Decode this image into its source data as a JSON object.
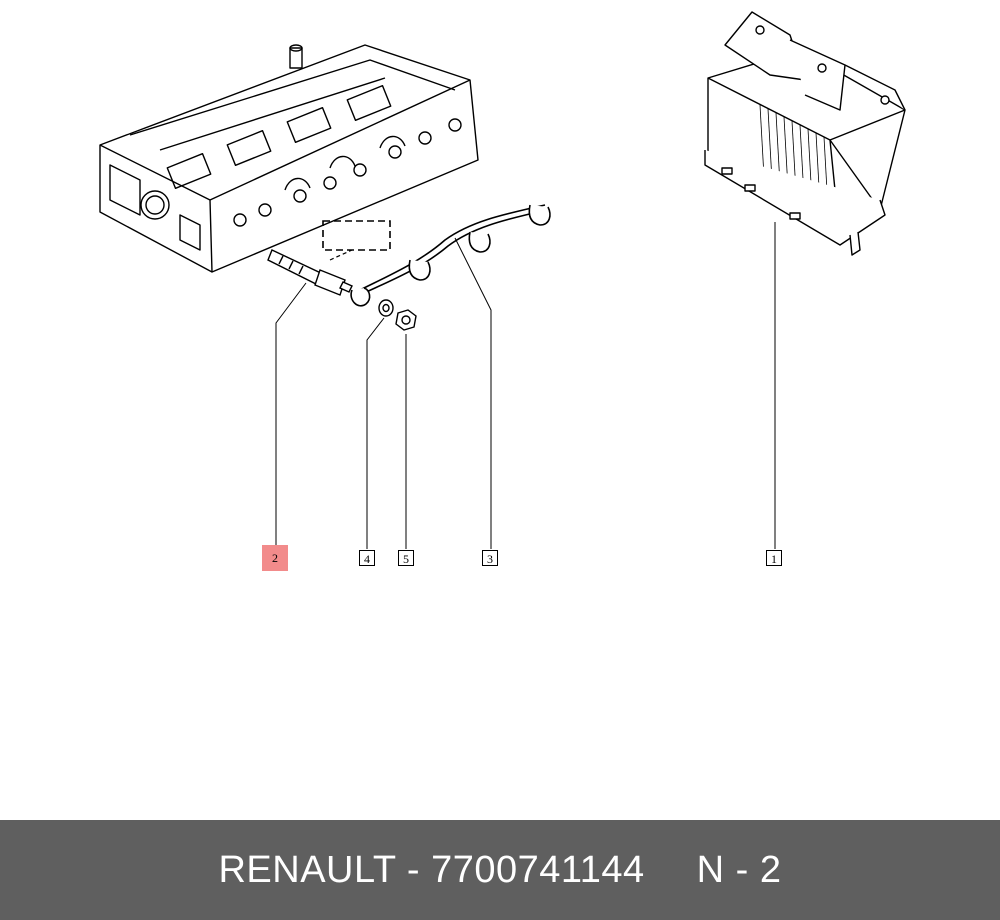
{
  "footer": {
    "brand_part": "RENAULT - 7700741144",
    "ref": "N - 2"
  },
  "callouts": [
    {
      "number": "2",
      "highlighted": true
    },
    {
      "number": "4",
      "highlighted": false
    },
    {
      "number": "5",
      "highlighted": false
    },
    {
      "number": "3",
      "highlighted": false
    },
    {
      "number": "1",
      "highlighted": false
    }
  ],
  "colors": {
    "highlight": "#f28b8b",
    "footer_bg": "#5f5f5f",
    "line": "#000000"
  }
}
